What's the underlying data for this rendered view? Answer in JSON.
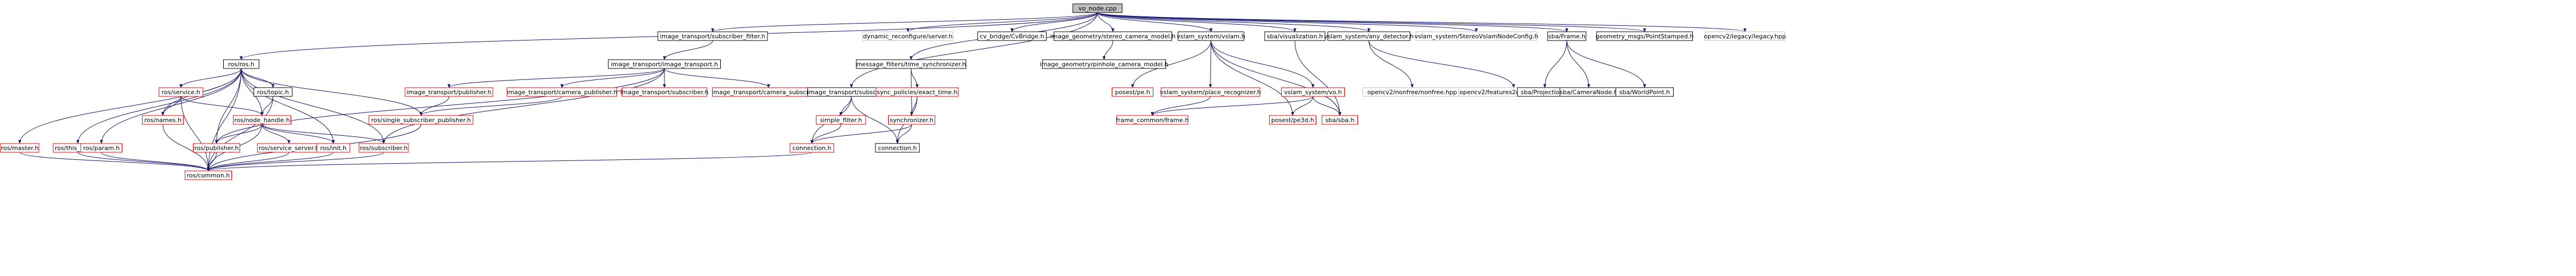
{
  "colors": {
    "edge": "#191970",
    "node_border": "#000000",
    "missing_border": "#ff0000",
    "external_border": "#bfbfbf",
    "root_fill": "#bfbfbf",
    "node_fill": "#ffffff",
    "external_text": "#9b9b9b"
  },
  "nodes": {
    "vo_node_cpp": "vo_node.cpp",
    "image_transport_subscriber_filter_h": "image_transport/subscriber_filter.h",
    "dynamic_reconfigure_server_h": "dynamic_reconfigure/server.h",
    "cv_bridge_CvBridge_h": "cv_bridge/CvBridge.h",
    "image_geometry_stereo_camera_model_h": "image_geometry/stereo_camera_model.h",
    "vslam_system_vslam_h": "vslam_system/vslam.h",
    "sba_visualization_h": "sba/visualization.h",
    "vslam_system_any_detector_h": "vslam_system/any_detector.h",
    "StereoVslamNodeConfig_h": "vslam_system/StereoVslamNodeConfig.h",
    "sba_Frame_h": "sba/Frame.h",
    "geometry_msgs_PointStamped_h": "geometry_msgs/PointStamped.h",
    "opencv2_legacy_hpp": "opencv2/legacy/legacy.hpp",
    "ros_ros_h": "ros/ros.h",
    "image_transport_image_transport_h": "image_transport/image_transport.h",
    "message_filters_time_synchronizer_h": "message_filters/time_synchronizer.h",
    "image_geometry_pinhole_camera_model_h": "image_geometry/pinhole_camera_model.h",
    "posest_pe_h": "posest/pe.h",
    "vslam_system_place_recognizer_h": "vslam_system/place_recognizer.h",
    "vslam_system_vo_h": "vslam_system/vo.h",
    "opencv2_nonfree_hpp": "opencv2/nonfree/nonfree.hpp",
    "opencv2_features2d_hpp": "opencv2/features2d/features2d.hpp",
    "sba_Projection_h": "sba/Projection.h",
    "sba_CameraNode_h": "sba/CameraNode.h",
    "sba_WorldPoint_h": "sba/WorldPoint.h",
    "ros_service_h": "ros/service.h",
    "ros_topic_h": "ros/topic.h",
    "image_transport_publisher_h": "image_transport/publisher.h",
    "image_transport_camera_publisher_h": "image_transport/camera_publisher.h",
    "image_transport_subscriber_h": "image_transport/subscriber.h",
    "image_transport_camera_subscriber_h": "image_transport/camera_subscriber.h",
    "image_transport_subscriber_h2": "image_transport/subscriber.h",
    "sync_policies_exact_time_h": "sync_policies/exact_time.h",
    "frame_common_frame_h": "frame_common/frame.h",
    "posest_pe3d_h": "posest/pe3d.h",
    "sba_sba_h": "sba/sba.h",
    "ros_names_h": "ros/names.h",
    "ros_node_handle_h": "ros/node_handle.h",
    "ros_single_subscriber_publisher_h": "ros/single_subscriber_publisher.h",
    "simple_filter_h": "simple_filter.h",
    "synchronizer_h": "synchronizer.h",
    "ros_master_h": "ros/master.h",
    "ros_this_node_h": "ros/this_node.h",
    "ros_param_h": "ros/param.h",
    "ros_publisher_h": "ros/publisher.h",
    "ros_service_server_h": "ros/service_server.h",
    "ros_init_h": "ros/init.h",
    "ros_subscriber_h": "ros/subscriber.h",
    "connection_h_red": "connection.h",
    "connection_h": "connection.h",
    "ros_common_h": "ros/common.h"
  }
}
